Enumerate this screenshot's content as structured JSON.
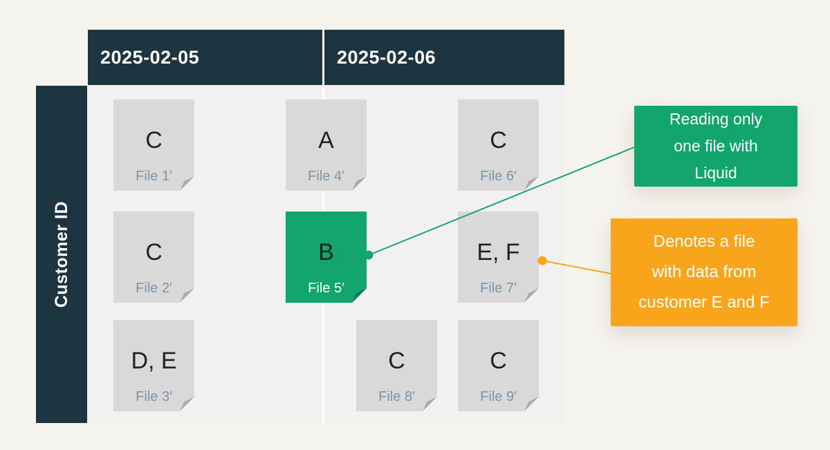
{
  "colors": {
    "teal_header": "#1d3540",
    "page_background": "#f6f4ef",
    "table_background": "#f1f1f2",
    "file_gray": "#d9d9d9",
    "file_label_blue": "#7c95a6",
    "highlight_green": "#12a56d",
    "annotation_orange": "#f8a51b"
  },
  "table": {
    "row_header_label": "Customer ID",
    "columns": [
      {
        "label": "2025-02-05"
      },
      {
        "label": "2025-02-06"
      }
    ],
    "files": [
      {
        "letter": "C",
        "label": "File 1′",
        "variant": "gray"
      },
      {
        "letter": "C",
        "label": "File 2′",
        "variant": "gray"
      },
      {
        "letter": "D, E",
        "label": "File 3′",
        "variant": "gray"
      },
      {
        "letter": "A",
        "label": "File 4′",
        "variant": "gray"
      },
      {
        "letter": "B",
        "label": "File 5′",
        "variant": "green"
      },
      {
        "letter": "C",
        "label": "File 6′",
        "variant": "gray"
      },
      {
        "letter": "E, F",
        "label": "File 7′",
        "variant": "gray"
      },
      {
        "letter": "C",
        "label": "File 8′",
        "variant": "gray"
      },
      {
        "letter": "C",
        "label": "File 9′",
        "variant": "gray"
      }
    ]
  },
  "callouts": [
    {
      "text": "Reading only\none file with\nLiquid",
      "color": "#12a56d",
      "points_to": "File 5′"
    },
    {
      "text": "Denotes a file\nwith data from\ncustomer E and F",
      "color": "#f8a51b",
      "points_to": "File 7′"
    }
  ]
}
